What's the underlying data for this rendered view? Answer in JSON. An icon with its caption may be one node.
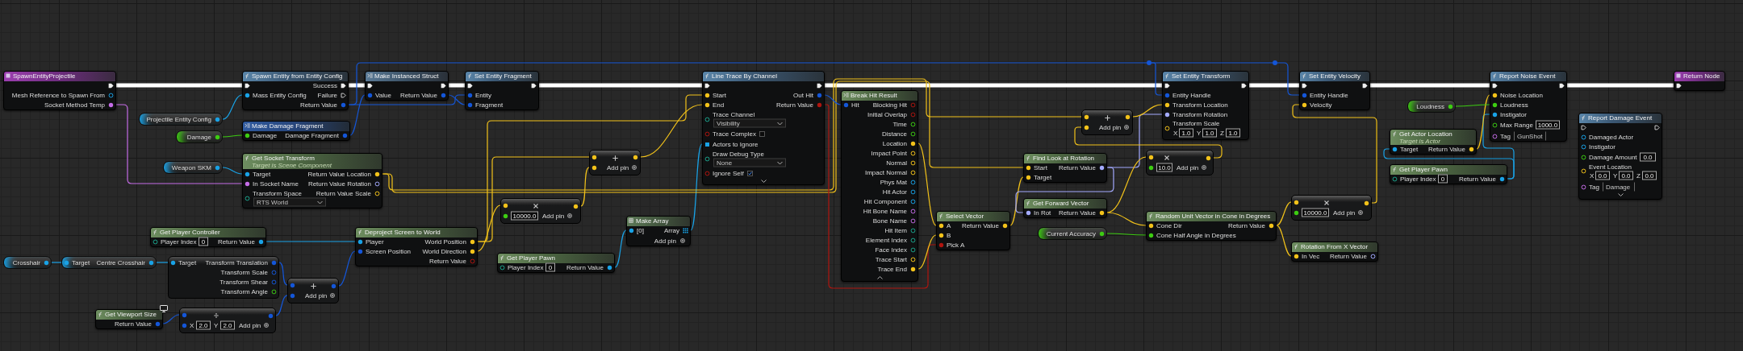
{
  "diagram": {
    "nodes": [
      {
        "text": [
          "SpawnEntityProjectile",
          "Mesh Reference to Spawn From",
          "Socket Method Temp"
        ]
      },
      {
        "text": [
          "Projectile Entity Config"
        ]
      },
      {
        "text": [
          "Damage"
        ]
      },
      {
        "text": [
          "Weapon SKM"
        ]
      },
      {
        "text": [
          "Spawn Entity from Entity Config",
          "Success",
          "Mass Entity Config",
          "Failure",
          "Return Value"
        ]
      },
      {
        "text": [
          "Make Damage Fragment",
          "Damage",
          "Damage Fragment"
        ]
      },
      {
        "text": [
          "Get Socket Transform",
          "Target is Scene Component",
          "Target",
          "Return Value Location",
          "In Socket Name",
          "Return Value Rotation",
          "Transform Space",
          "Return Value Scale",
          "RTS World"
        ]
      },
      {
        "text": [
          "Make Instanced Struct",
          "Value",
          "Return Value"
        ]
      },
      {
        "text": [
          "Set Entity Fragment",
          "Entity",
          "Fragment"
        ]
      },
      {
        "text": [
          "Get Player Controller",
          "Player Index",
          "0",
          "Return Value"
        ]
      },
      {
        "text": [
          "Deproject Screen to World",
          "Player",
          "World Position",
          "Screen Position",
          "World Direction",
          "Return Value"
        ]
      },
      {
        "text": [
          "Crosshair"
        ]
      },
      {
        "text": [
          "Target",
          "Centre Crosshair"
        ]
      },
      {
        "text": [
          "Target",
          "Transform Translation",
          "Transform Scale",
          "Transform Shear",
          "Transform Angle"
        ]
      },
      {
        "text": [
          "Get Viewport Size",
          "Return Value"
        ]
      },
      {
        "text": [
          "X",
          "2.0",
          "Y",
          "2.0",
          "Add pin"
        ]
      },
      {
        "text": [
          "Add pin"
        ]
      },
      {
        "text": [
          "10000.0",
          "Add pin"
        ]
      },
      {
        "text": [
          "Add pin"
        ]
      },
      {
        "text": [
          "Make Array",
          "[0]",
          "Array",
          "Add pin"
        ]
      },
      {
        "text": [
          "Get Player Pawn",
          "Player Index",
          "0",
          "Return Value"
        ]
      },
      {
        "text": [
          "Line Trace By Channel",
          "Start",
          "Out Hit",
          "End",
          "Return Value",
          "Trace Channel",
          "Visibility",
          "Trace Complex",
          "Actors to Ignore",
          "Draw Debug Type",
          "None",
          "Ignore Self"
        ]
      },
      {
        "text": [
          "Break Hit Result",
          "Hit",
          "Blocking Hit",
          "Initial Overlap",
          "Time",
          "Distance",
          "Location",
          "Impact Point",
          "Normal",
          "Impact Normal",
          "Phys Mat",
          "Hit Actor",
          "Hit Component",
          "Hit Bone Name",
          "Bone Name",
          "Hit Item",
          "Element Index",
          "Face Index",
          "Trace Start",
          "Trace End"
        ]
      },
      {
        "text": [
          "Select Vector",
          "A",
          "Return Value",
          "B",
          "Pick A"
        ]
      },
      {
        "text": [
          "Find Look at Rotation",
          "Start",
          "Return Value",
          "Target"
        ]
      },
      {
        "text": [
          "Add pin"
        ]
      },
      {
        "text": [
          "Get Forward Vector",
          "In Rot",
          "Return Value"
        ]
      },
      {
        "text": [
          "Current Accuracy"
        ]
      },
      {
        "text": [
          "Set Entity Transform",
          "Entity Handle",
          "Transform Location",
          "Transform Rotation",
          "Transform Scale",
          "X",
          "1.0",
          "Y",
          "1.0",
          "Z",
          "1.0"
        ]
      },
      {
        "text": [
          "10.0",
          "Add pin"
        ]
      },
      {
        "text": [
          "Random Unit Vector in Cone in Degrees",
          "Cone Dir",
          "Return Value",
          "Cone Half Angle in Degrees"
        ]
      },
      {
        "text": [
          "Get Player Pawn",
          "Player Index",
          "0",
          "Return Value"
        ]
      },
      {
        "text": [
          "Set Entity Velocity",
          "Entity Handle",
          "Velocity"
        ]
      },
      {
        "text": [
          "Get Actor Location",
          "Target is Actor",
          "Target",
          "Return Value"
        ]
      },
      {
        "text": [
          "Loudness"
        ]
      },
      {
        "text": [
          "10000.0",
          "Add pin"
        ]
      },
      {
        "text": [
          "Rotation From X Vector",
          "In Vec",
          "Return Value"
        ]
      },
      {
        "text": [
          "Report Noise Event",
          "Noise Location",
          "Loudness",
          "Instigator",
          "Max Range",
          "1000.0",
          "Tag",
          "GunShot"
        ]
      },
      {
        "text": [
          "Report Damage Event",
          "Damaged Actor",
          "Instigator",
          "Damage Amount",
          "0.0",
          "Event Location",
          "X",
          "0.0",
          "Y",
          "0.0",
          "Z",
          "0.0",
          "Tag",
          "Damage"
        ]
      },
      {
        "text": [
          "Return Node"
        ]
      },
      {
        "text": [],
        "shape": "circle"
      },
      {
        "text": [],
        "shape": "circle"
      }
    ],
    "edges": [
      {
        "from": 0,
        "to": 4,
        "arrow": "none",
        "style": "thick",
        "color": "#ffffff"
      },
      {
        "from": 4,
        "to": 7,
        "arrow": "none",
        "style": "thick",
        "color": "#ffffff"
      },
      {
        "from": 7,
        "to": 8,
        "arrow": "none",
        "style": "thick",
        "color": "#ffffff"
      },
      {
        "from": 8,
        "to": 21,
        "arrow": "none",
        "style": "thick",
        "color": "#ffffff"
      },
      {
        "from": 21,
        "to": 28,
        "arrow": "none",
        "style": "thick",
        "color": "#ffffff"
      },
      {
        "from": 28,
        "to": 32,
        "arrow": "none",
        "style": "thick",
        "color": "#ffffff"
      },
      {
        "from": 32,
        "to": 37,
        "arrow": "none",
        "style": "thick",
        "color": "#ffffff"
      },
      {
        "from": 37,
        "to": 39,
        "arrow": "none",
        "style": "thick",
        "color": "#ffffff"
      },
      {
        "from": 0,
        "to": 6,
        "arrow": "none",
        "color": "#c46ce6"
      },
      {
        "from": 1,
        "to": 4,
        "arrow": "none",
        "color": "#19a2e6"
      },
      {
        "from": 2,
        "to": 5,
        "arrow": "none",
        "color": "#3dcc12"
      },
      {
        "from": 3,
        "to": 6,
        "arrow": "none",
        "color": "#19a2e6"
      },
      {
        "from": 4,
        "to": 8,
        "arrow": "none",
        "color": "#1456d8"
      },
      {
        "from": 4,
        "to": 40,
        "arrow": "none",
        "color": "#1456d8"
      },
      {
        "from": 5,
        "to": 7,
        "arrow": "none",
        "color": "#1456d8"
      },
      {
        "from": 7,
        "to": 8,
        "arrow": "none",
        "color": "#1456d8"
      },
      {
        "from": 40,
        "to": 28,
        "arrow": "none",
        "color": "#1456d8"
      },
      {
        "from": 40,
        "to": 41,
        "arrow": "none",
        "color": "#1456d8"
      },
      {
        "from": 41,
        "to": 32,
        "arrow": "none",
        "color": "#1456d8"
      },
      {
        "from": 9,
        "to": 10,
        "arrow": "none",
        "color": "#19a2e6"
      },
      {
        "from": 11,
        "to": 12,
        "arrow": "none",
        "color": "#19a2e6"
      },
      {
        "from": 12,
        "to": 13,
        "arrow": "none",
        "color": "#19a2e6"
      },
      {
        "from": 13,
        "to": 16,
        "arrow": "none",
        "color": "#1456d8"
      },
      {
        "from": 14,
        "to": 15,
        "arrow": "none",
        "color": "#1456d8"
      },
      {
        "from": 15,
        "to": 16,
        "arrow": "none",
        "color": "#1456d8"
      },
      {
        "from": 16,
        "to": 10,
        "arrow": "none",
        "color": "#1456d8"
      },
      {
        "from": 10,
        "to": 21,
        "arrow": "none"
      },
      {
        "from": 10,
        "to": 18,
        "arrow": "none"
      },
      {
        "from": 10,
        "to": 17,
        "arrow": "none"
      },
      {
        "from": 17,
        "to": 18,
        "arrow": "none"
      },
      {
        "from": 18,
        "to": 21,
        "arrow": "none"
      },
      {
        "from": 20,
        "to": 19,
        "arrow": "none",
        "color": "#19a2e6"
      },
      {
        "from": 19,
        "to": 21,
        "arrow": "none",
        "color": "#19a2e6"
      },
      {
        "from": 6,
        "to": 25,
        "arrow": "none"
      },
      {
        "from": 6,
        "to": 24,
        "arrow": "none"
      },
      {
        "from": 21,
        "to": 22,
        "arrow": "none",
        "color": "#1456d8"
      },
      {
        "from": 21,
        "to": 23,
        "arrow": "none",
        "color": "#b0150f"
      },
      {
        "from": 22,
        "to": 23,
        "arrow": "none"
      },
      {
        "from": 22,
        "to": 23,
        "arrow": "none"
      },
      {
        "from": 23,
        "to": 24,
        "arrow": "none"
      },
      {
        "from": 24,
        "to": 28,
        "arrow": "none",
        "color": "#a3aaff"
      },
      {
        "from": 24,
        "to": 26,
        "arrow": "none",
        "color": "#a3aaff"
      },
      {
        "from": 26,
        "to": 29,
        "arrow": "none"
      },
      {
        "from": 26,
        "to": 30,
        "arrow": "none"
      },
      {
        "from": 29,
        "to": 25,
        "arrow": "none"
      },
      {
        "from": 25,
        "to": 28,
        "arrow": "none"
      },
      {
        "from": 27,
        "to": 30,
        "arrow": "none",
        "color": "#3dcc12"
      },
      {
        "from": 30,
        "to": 35,
        "arrow": "none"
      },
      {
        "from": 30,
        "to": 36,
        "arrow": "none"
      },
      {
        "from": 35,
        "to": 32,
        "arrow": "none"
      },
      {
        "from": 31,
        "to": 33,
        "arrow": "none",
        "color": "#19a2e6"
      },
      {
        "from": 31,
        "to": 37,
        "arrow": "none",
        "color": "#19a2e6"
      },
      {
        "from": 33,
        "to": 37,
        "arrow": "none"
      },
      {
        "from": 34,
        "to": 37,
        "arrow": "none",
        "color": "#3dcc12"
      }
    ]
  }
}
